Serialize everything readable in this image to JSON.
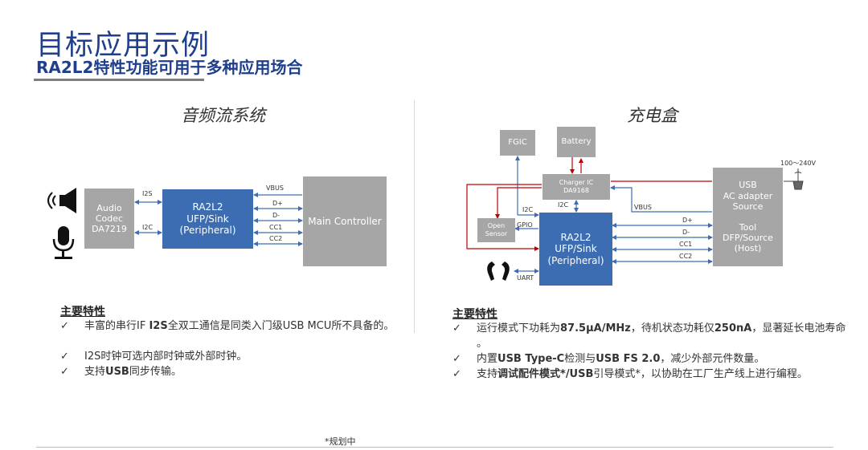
{
  "header": {
    "title": "目标应用示例",
    "subtitle": "RA2L2特性功能可用于多种应用场合"
  },
  "audio": {
    "section_title": "音频流系统",
    "codec": "Audio\nCodec\nDA7219",
    "mcu": "RA2L2\nUFP/Sink\n(Peripheral)",
    "controller": "Main Controller",
    "labels": {
      "i2s": "I2S",
      "i2c": "I2C",
      "vbus": "VBUS",
      "dp": "D+",
      "dm": "D-",
      "cc1": "CC1",
      "cc2": "CC2"
    },
    "features_title": "主要特性",
    "features": [
      {
        "pre": "丰富的串行IF ",
        "bold": "I2S",
        "post": "全双工通信是同类入门级USB MCU所不具备的。"
      },
      {
        "pre": "I2S时钟可选内部时钟或外部时钟。",
        "bold": "",
        "post": ""
      },
      {
        "pre": "支持",
        "bold": "USB",
        "post": "同步传输。"
      }
    ]
  },
  "charger": {
    "section_title": "充电盒",
    "fgic": "FGIC",
    "battery": "Battery",
    "charger_ic": "Charger IC\nDA9168",
    "open_sensor": "Open\nSensor",
    "mcu": "RA2L2\nUFP/Sink\n(Peripheral)",
    "adapter": "USB\nAC adapter\nSource\n\nTool\nDFP/Source\n(Host)",
    "labels": {
      "i2c_top": "I2C",
      "i2c_left": "I2C",
      "gpio": "GPIO",
      "vbus": "VBUS",
      "uart": "UART",
      "dp": "D+",
      "dm": "D-",
      "cc1": "CC1",
      "cc2": "CC2",
      "ac": "100～240V"
    },
    "features_title": "主要特性",
    "features": [
      {
        "pre": "运行模式下功耗为",
        "bold": "87.5μA/MHz",
        "post": "，待机状态功耗仅",
        "bold2": "250nA",
        "post2": "，显著延长电池寿命 。"
      },
      {
        "pre": "内置",
        "bold": "USB Type-C",
        "post": "检测与",
        "bold2": "USB FS 2.0",
        "post2": "，减少外部元件数量。"
      },
      {
        "pre": "支持",
        "bold": "调试配件模式*/USB",
        "post": "引导模式*，以协助在工厂生产线上进行编程。",
        "bold2": "",
        "post2": ""
      }
    ]
  },
  "footnote": "*规划中",
  "colors": {
    "title": "#1f3f8c",
    "mcu": "#3c6db2",
    "box": "#a6a6a6",
    "line": "#3c6db2",
    "power": "#c00000"
  },
  "icons": [
    "speaker-icon",
    "microphone-icon",
    "earbuds-icon",
    "ac-plug-icon",
    "check-icon"
  ]
}
